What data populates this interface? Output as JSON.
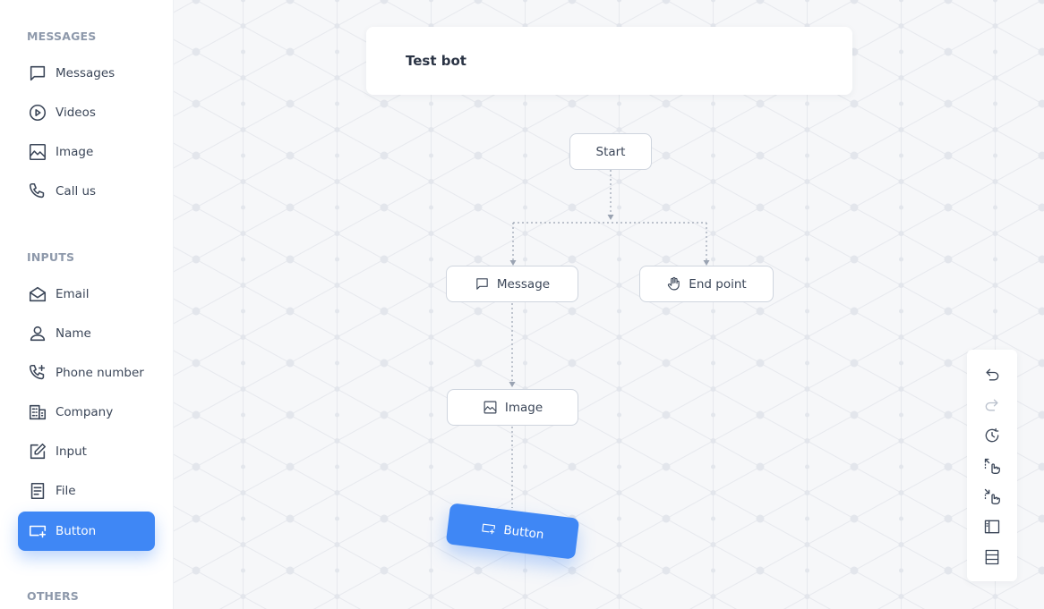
{
  "sidebar": {
    "sections": [
      {
        "title": "MESSAGES",
        "items": [
          {
            "label": "Messages",
            "icon": "message-icon"
          },
          {
            "label": "Videos",
            "icon": "play-circle-icon"
          },
          {
            "label": "Image",
            "icon": "image-icon"
          },
          {
            "label": "Call us",
            "icon": "phone-icon"
          }
        ]
      },
      {
        "title": "INPUTS",
        "items": [
          {
            "label": "Email",
            "icon": "envelope-icon"
          },
          {
            "label": "Name",
            "icon": "user-icon"
          },
          {
            "label": "Phone number",
            "icon": "phone-plus-icon"
          },
          {
            "label": "Company",
            "icon": "building-icon"
          },
          {
            "label": "Input",
            "icon": "edit-icon"
          },
          {
            "label": "File",
            "icon": "file-icon"
          },
          {
            "label": "Button",
            "icon": "button-add-icon",
            "active": true
          }
        ]
      },
      {
        "title": "OTHERS",
        "items": []
      }
    ]
  },
  "flow": {
    "title": "Test bot",
    "nodes": {
      "start": {
        "label": "Start"
      },
      "message": {
        "label": "Message",
        "icon": "message-icon"
      },
      "end_point": {
        "label": "End point",
        "icon": "hand-icon"
      },
      "image": {
        "label": "Image",
        "icon": "image-icon"
      },
      "button_dragging": {
        "label": "Button",
        "icon": "button-add-icon"
      }
    }
  },
  "toolbar": {
    "tools": [
      {
        "name": "undo",
        "icon": "undo-icon",
        "enabled": true
      },
      {
        "name": "redo",
        "icon": "redo-icon",
        "enabled": false
      },
      {
        "name": "history",
        "icon": "history-icon",
        "enabled": true
      },
      {
        "name": "zoom-in",
        "icon": "hand-expand-icon",
        "enabled": true
      },
      {
        "name": "zoom-out",
        "icon": "hand-shrink-icon",
        "enabled": true
      },
      {
        "name": "toggle-sidebar",
        "icon": "sidebar-layout-icon",
        "enabled": true
      },
      {
        "name": "toggle-layout",
        "icon": "rows-layout-icon",
        "enabled": true
      }
    ]
  },
  "colors": {
    "accent": "#3f87f5",
    "canvas_bg": "#f6f7f9",
    "text": "#3b4658",
    "section_title": "#8e99ab"
  }
}
